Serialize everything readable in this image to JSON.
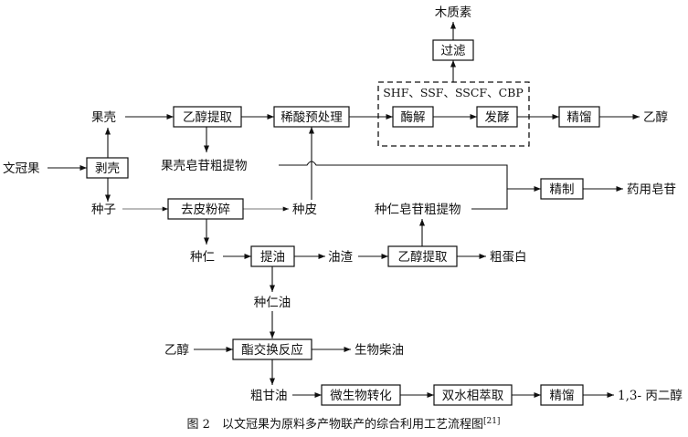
{
  "caption": {
    "text": "图 2　以文冠果为原料多产物联产的综合利用工艺流程图",
    "ref": "[21]"
  },
  "nodes": {
    "wenguanguo": "文冠果",
    "boke": "剥壳",
    "guoke": "果壳",
    "zhongzi": "种子",
    "yichun_tiqu_1": "乙醇提取",
    "xisuan": "稀酸预处理",
    "meijie": "酶解",
    "fajiao": "发酵",
    "jingliu_1": "精馏",
    "yichun_product": "乙醇",
    "guolv": "过滤",
    "muzhisu": "木质素",
    "enzyme_methods": "SHF、SSF、SSCF、CBP",
    "guoke_zaogan": "果壳皂苷粗提物",
    "jingzhi": "精制",
    "yaoyong_zaogan": "药用皂苷",
    "qupi": "去皮粉碎",
    "zhongpi": "种皮",
    "zhongren_zaogan": "种仁皂苷粗提物",
    "zhongren": "种仁",
    "tiyou": "提油",
    "youzha": "油渣",
    "yichun_tiqu_2": "乙醇提取",
    "cudanbai": "粗蛋白",
    "zhongrenyou": "种仁油",
    "yichun_input": "乙醇",
    "zhijiaohuan": "酯交换反应",
    "shengwuchai": "生物柴油",
    "cuganyou": "粗甘油",
    "weishengwu": "微生物转化",
    "shuangshui": "双水相萃取",
    "jingliu_2": "精馏",
    "bingerchun": "1,3- 丙二醇"
  }
}
